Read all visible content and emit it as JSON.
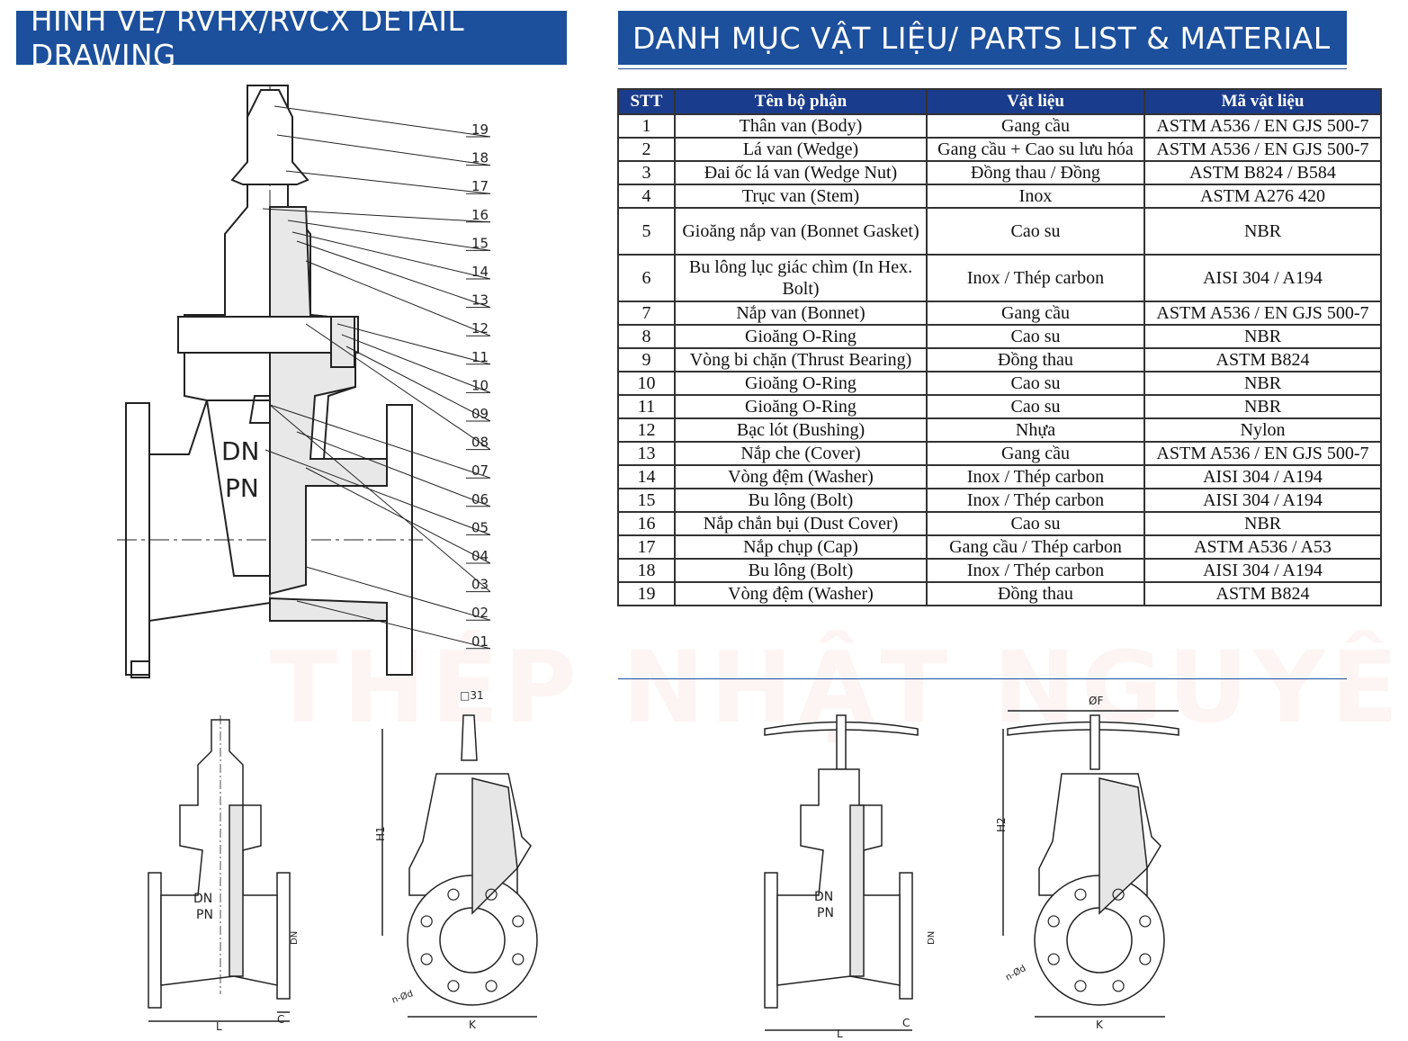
{
  "left_heading": "HÌNH VẼ/ RVHX/RVCX DETAIL DRAWING",
  "right_heading": "DANH MỤC VẬT LIỆU/ PARTS LIST & MATERIAL",
  "table": {
    "headers": [
      "STT",
      "Tên bộ phận",
      "Vật liệu",
      "Mã vật liệu"
    ],
    "rows": [
      [
        "1",
        "Thân van (Body)",
        "Gang cầu",
        "ASTM A536 / EN GJS 500-7"
      ],
      [
        "2",
        "Lá van (Wedge)",
        "Gang cầu + Cao su lưu hóa",
        "ASTM A536 / EN GJS 500-7"
      ],
      [
        "3",
        "Đai ốc lá van (Wedge Nut)",
        "Đồng thau / Đồng",
        "ASTM B824 / B584"
      ],
      [
        "4",
        "Trục van (Stem)",
        "Inox",
        "ASTM A276 420"
      ],
      [
        "5",
        "Gioăng nắp van (Bonnet Gasket)",
        "Cao su",
        "NBR"
      ],
      [
        "6",
        "Bu lông lục giác chìm (In Hex. Bolt)",
        "Inox / Thép carbon",
        "AISI 304 / A194"
      ],
      [
        "7",
        "Nắp van (Bonnet)",
        "Gang cầu",
        "ASTM A536 / EN GJS 500-7"
      ],
      [
        "8",
        "Gioăng O-Ring",
        "Cao su",
        "NBR"
      ],
      [
        "9",
        "Vòng bi chặn (Thrust Bearing)",
        "Đồng thau",
        "ASTM B824"
      ],
      [
        "10",
        "Gioăng O-Ring",
        "Cao su",
        "NBR"
      ],
      [
        "11",
        "Gioăng O-Ring",
        "Cao su",
        "NBR"
      ],
      [
        "12",
        "Bạc lót (Bushing)",
        "Nhựa",
        "Nylon"
      ],
      [
        "13",
        "Nắp che (Cover)",
        "Gang cầu",
        "ASTM A536 / EN GJS 500-7"
      ],
      [
        "14",
        "Vòng đệm (Washer)",
        "Inox / Thép carbon",
        "AISI 304 / A194"
      ],
      [
        "15",
        "Bu lông (Bolt)",
        "Inox / Thép carbon",
        "AISI 304 / A194"
      ],
      [
        "16",
        "Nắp chắn bụi (Dust Cover)",
        "Cao su",
        "NBR"
      ],
      [
        "17",
        "Nắp chụp (Cap)",
        "Gang cầu / Thép carbon",
        "ASTM A536 / A53"
      ],
      [
        "18",
        "Bu lông (Bolt)",
        "Inox / Thép carbon",
        "AISI 304 / A194"
      ],
      [
        "19",
        "Vòng đệm (Washer)",
        "Đồng thau",
        "ASTM B824"
      ]
    ]
  },
  "drawing": {
    "callouts": [
      "19",
      "18",
      "17",
      "16",
      "15",
      "14",
      "13",
      "12",
      "11",
      "10",
      "09",
      "08",
      "07",
      "06",
      "05",
      "04",
      "03",
      "02",
      "01"
    ],
    "body_marks": [
      "DN",
      "PN"
    ],
    "dimensions": {
      "cap_square": "□31",
      "height_1": "H1",
      "height_2": "H2",
      "length": "L",
      "flange": "C",
      "dn": "DN",
      "bolt_holes": "n-Ød",
      "pcd": "K",
      "handwheel": "ØF"
    }
  },
  "watermark": "THÉP NHẬT NGUYÊN"
}
